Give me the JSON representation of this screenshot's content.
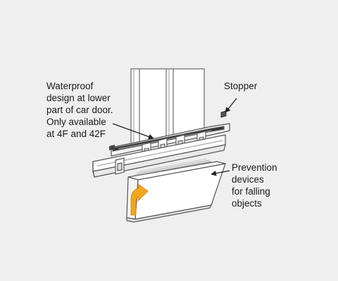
{
  "labels": {
    "waterproof": "Waterproof\ndesign at lower\npart of car door.\nOnly available\nat 4F and 42F",
    "stopper": "Stopper",
    "prevention": "Prevention\ndevices\nfor falling\nobjects"
  },
  "colors": {
    "background": "#efefef",
    "line": "#555555",
    "accent": "#f2a61d"
  }
}
